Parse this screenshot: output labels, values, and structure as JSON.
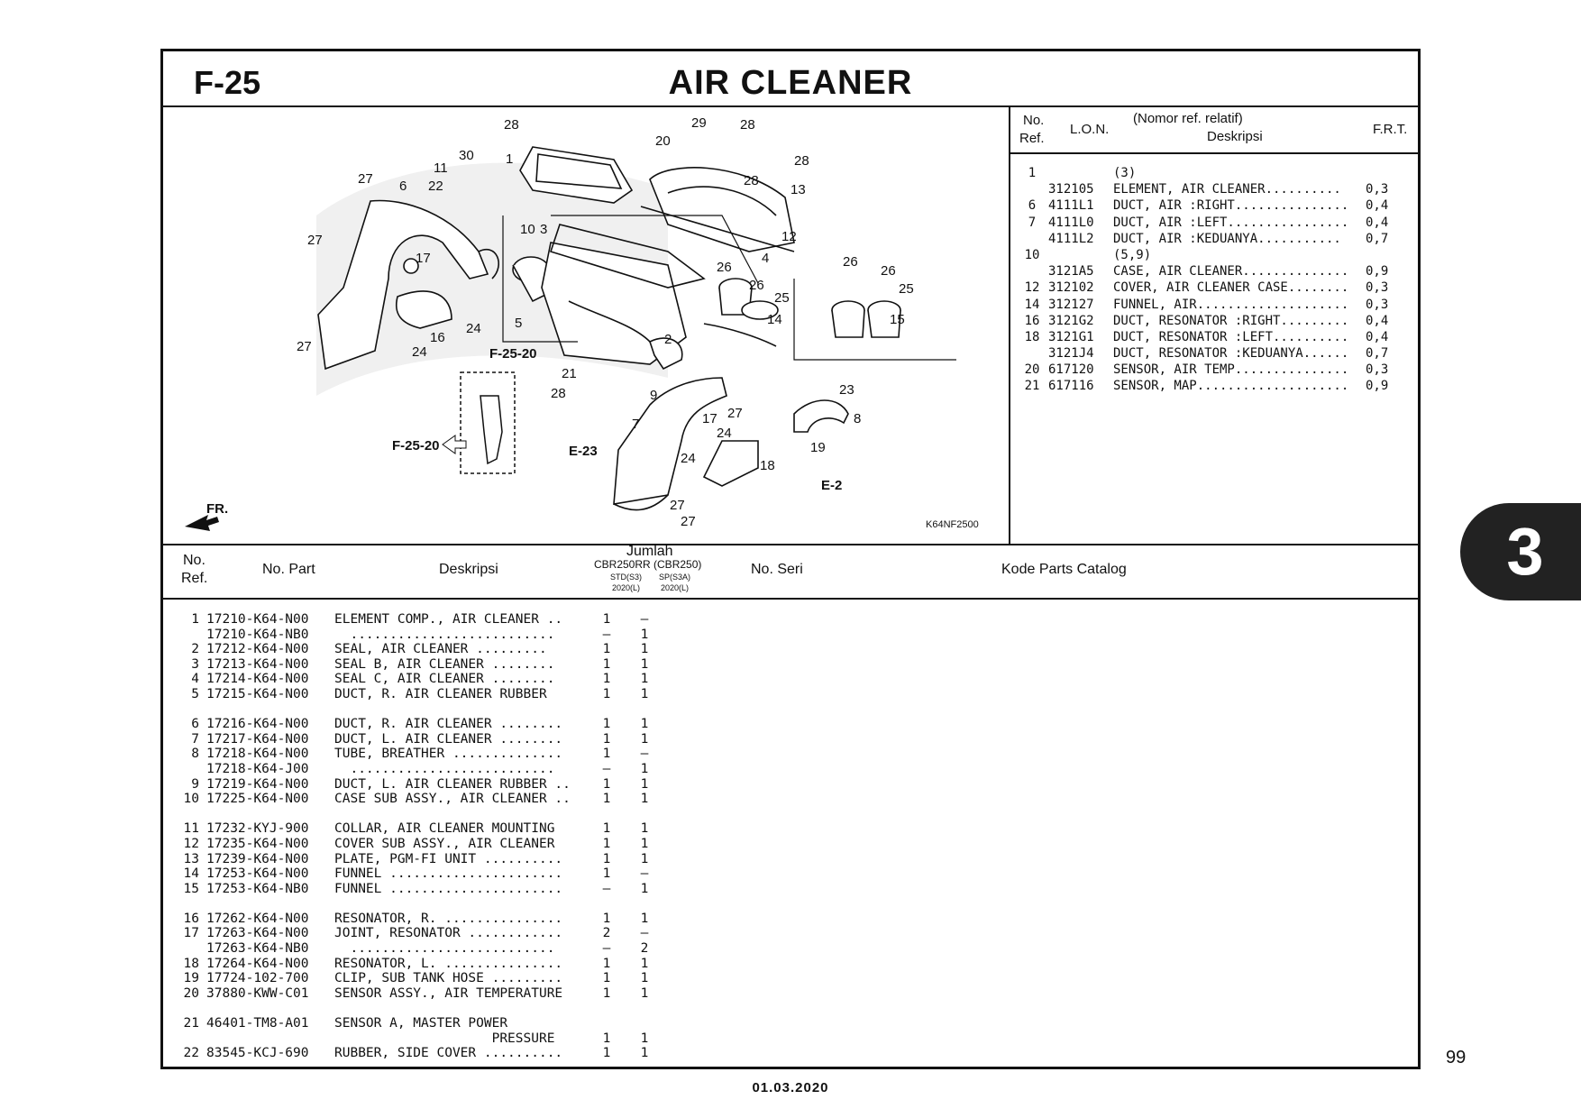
{
  "header": {
    "code": "F-25",
    "title": "AIR CLEANER"
  },
  "diagram": {
    "image_code": "K64NF2500",
    "front_label": "FR.",
    "callouts": [
      "1",
      "2",
      "3",
      "4",
      "5",
      "6",
      "7",
      "8",
      "9",
      "10",
      "11",
      "12",
      "13",
      "14",
      "15",
      "16",
      "17",
      "18",
      "19",
      "20",
      "21",
      "22",
      "23",
      "24",
      "25",
      "26",
      "27",
      "28",
      "29",
      "30"
    ],
    "refs": [
      "F-25-20",
      "F-25-20",
      "E-23",
      "E-2"
    ]
  },
  "ref_table": {
    "headers": {
      "no": "No.",
      "ref": "Ref.",
      "lon": "L.O.N.",
      "nomor": "(Nomor ref. relatif)",
      "deskripsi": "Deskripsi",
      "frt": "F.R.T."
    },
    "rows": [
      {
        "no": "1",
        "lon": "",
        "desc": "(3)",
        "frt": ""
      },
      {
        "no": "",
        "lon": "312105",
        "desc": "ELEMENT, AIR CLEANER..........",
        "frt": "0,3"
      },
      {
        "no": "6",
        "lon": "4111L1",
        "desc": "DUCT, AIR :RIGHT...............",
        "frt": "0,4"
      },
      {
        "no": "7",
        "lon": "4111L0",
        "desc": "DUCT, AIR :LEFT................",
        "frt": "0,4"
      },
      {
        "no": "",
        "lon": "4111L2",
        "desc": "DUCT, AIR :KEDUANYA...........",
        "frt": "0,7"
      },
      {
        "no": "10",
        "lon": "",
        "desc": "(5,9)",
        "frt": ""
      },
      {
        "no": "",
        "lon": "3121A5",
        "desc": "CASE, AIR CLEANER..............",
        "frt": "0,9"
      },
      {
        "no": "12",
        "lon": "312102",
        "desc": "COVER, AIR CLEANER CASE........",
        "frt": "0,3"
      },
      {
        "no": "14",
        "lon": "312127",
        "desc": "FUNNEL, AIR....................",
        "frt": "0,3"
      },
      {
        "no": "16",
        "lon": "3121G2",
        "desc": "DUCT, RESONATOR :RIGHT.........",
        "frt": "0,4"
      },
      {
        "no": "18",
        "lon": "3121G1",
        "desc": "DUCT, RESONATOR :LEFT..........",
        "frt": "0,4"
      },
      {
        "no": "",
        "lon": "3121J4",
        "desc": "DUCT, RESONATOR :KEDUANYA......",
        "frt": "0,7"
      },
      {
        "no": "20",
        "lon": "617120",
        "desc": "SENSOR, AIR TEMP...............",
        "frt": "0,3"
      },
      {
        "no": "21",
        "lon": "617116",
        "desc": "SENSOR, MAP....................",
        "frt": "0,9"
      }
    ]
  },
  "parts_table": {
    "headers": {
      "no": "No.",
      "ref": "Ref.",
      "part": "No. Part",
      "desc": "Deskripsi",
      "jumlah": "Jumlah",
      "model": "CBR250RR (CBR250)",
      "std": "STD(S3)",
      "std_year": "2020(L)",
      "sp": "SP(S3A)",
      "sp_year": "2020(L)",
      "seri": "No. Seri",
      "kode": "Kode Parts Catalog"
    },
    "rows": [
      {
        "ref": "1",
        "part": "17210-K64-N00",
        "desc": "ELEMENT COMP., AIR CLEANER ..",
        "std": "1",
        "sp": "–"
      },
      {
        "ref": "",
        "part": "17210-K64-NB0",
        "desc": "  ..........................",
        "std": "–",
        "sp": "1"
      },
      {
        "ref": "2",
        "part": "17212-K64-N00",
        "desc": "SEAL, AIR CLEANER .........",
        "std": "1",
        "sp": "1"
      },
      {
        "ref": "3",
        "part": "17213-K64-N00",
        "desc": "SEAL B, AIR CLEANER ........",
        "std": "1",
        "sp": "1"
      },
      {
        "ref": "4",
        "part": "17214-K64-N00",
        "desc": "SEAL C, AIR CLEANER ........",
        "std": "1",
        "sp": "1"
      },
      {
        "ref": "5",
        "part": "17215-K64-N00",
        "desc": "DUCT, R. AIR CLEANER RUBBER",
        "std": "1",
        "sp": "1"
      },
      {
        "gap": true
      },
      {
        "ref": "6",
        "part": "17216-K64-N00",
        "desc": "DUCT, R. AIR CLEANER ........",
        "std": "1",
        "sp": "1"
      },
      {
        "ref": "7",
        "part": "17217-K64-N00",
        "desc": "DUCT, L. AIR CLEANER ........",
        "std": "1",
        "sp": "1"
      },
      {
        "ref": "8",
        "part": "17218-K64-N00",
        "desc": "TUBE, BREATHER ..............",
        "std": "1",
        "sp": "–"
      },
      {
        "ref": "",
        "part": "17218-K64-J00",
        "desc": "  ..........................",
        "std": "–",
        "sp": "1"
      },
      {
        "ref": "9",
        "part": "17219-K64-N00",
        "desc": "DUCT, L. AIR CLEANER RUBBER ..",
        "std": "1",
        "sp": "1"
      },
      {
        "ref": "10",
        "part": "17225-K64-N00",
        "desc": "CASE SUB ASSY., AIR CLEANER ..",
        "std": "1",
        "sp": "1"
      },
      {
        "gap": true
      },
      {
        "ref": "11",
        "part": "17232-KYJ-900",
        "desc": "COLLAR, AIR CLEANER MOUNTING",
        "std": "1",
        "sp": "1"
      },
      {
        "ref": "12",
        "part": "17235-K64-N00",
        "desc": "COVER SUB ASSY., AIR CLEANER",
        "std": "1",
        "sp": "1"
      },
      {
        "ref": "13",
        "part": "17239-K64-N00",
        "desc": "PLATE, PGM-FI UNIT ..........",
        "std": "1",
        "sp": "1"
      },
      {
        "ref": "14",
        "part": "17253-K64-N00",
        "desc": "FUNNEL ......................",
        "std": "1",
        "sp": "–"
      },
      {
        "ref": "15",
        "part": "17253-K64-NB0",
        "desc": "FUNNEL ......................",
        "std": "–",
        "sp": "1"
      },
      {
        "gap": true
      },
      {
        "ref": "16",
        "part": "17262-K64-N00",
        "desc": "RESONATOR, R. ...............",
        "std": "1",
        "sp": "1"
      },
      {
        "ref": "17",
        "part": "17263-K64-N00",
        "desc": "JOINT, RESONATOR ............",
        "std": "2",
        "sp": "–"
      },
      {
        "ref": "",
        "part": "17263-K64-NB0",
        "desc": "  ..........................",
        "std": "–",
        "sp": "2"
      },
      {
        "ref": "18",
        "part": "17264-K64-N00",
        "desc": "RESONATOR, L. ...............",
        "std": "1",
        "sp": "1"
      },
      {
        "ref": "19",
        "part": "17724-102-700",
        "desc": "CLIP, SUB TANK HOSE .........",
        "std": "1",
        "sp": "1"
      },
      {
        "ref": "20",
        "part": "37880-KWW-C01",
        "desc": "SENSOR ASSY., AIR TEMPERATURE",
        "std": "1",
        "sp": "1"
      },
      {
        "gap": true
      },
      {
        "ref": "21",
        "part": "46401-TM8-A01",
        "desc": "SENSOR A, MASTER POWER",
        "std": "",
        "sp": ""
      },
      {
        "ref": "",
        "part": "",
        "desc": "                    PRESSURE",
        "std": "1",
        "sp": "1"
      },
      {
        "ref": "22",
        "part": "83545-KCJ-690",
        "desc": "RUBBER, SIDE COVER ..........",
        "std": "1",
        "sp": "1"
      }
    ]
  },
  "section_tab": "3",
  "page_number": "99",
  "date": "01.03.2020"
}
